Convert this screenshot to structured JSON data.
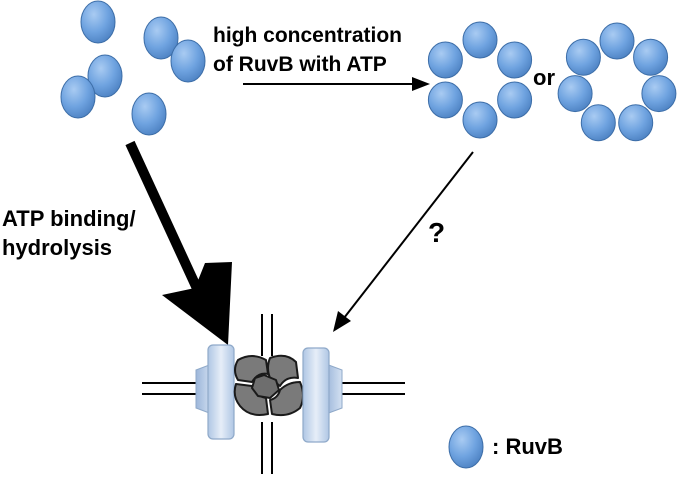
{
  "labels": {
    "high_line1": "high concentration",
    "high_line2": "of RuvB with ATP",
    "or_text": "or",
    "atp_line1": "ATP binding/",
    "atp_line2": "hydrolysis",
    "question": "?",
    "legend": ": RuvB"
  },
  "colors": {
    "ruvb_fill": "#6FA3E0",
    "ruvb_stroke": "#3D6EA8",
    "ruvb_ring_fill": "#76A9E4",
    "junction_fill": "#7A7A7A",
    "junction_stroke": "#1A1A1A",
    "clamp_fill": "#C9D9EE",
    "clamp_stroke": "#8FA9C9"
  }
}
